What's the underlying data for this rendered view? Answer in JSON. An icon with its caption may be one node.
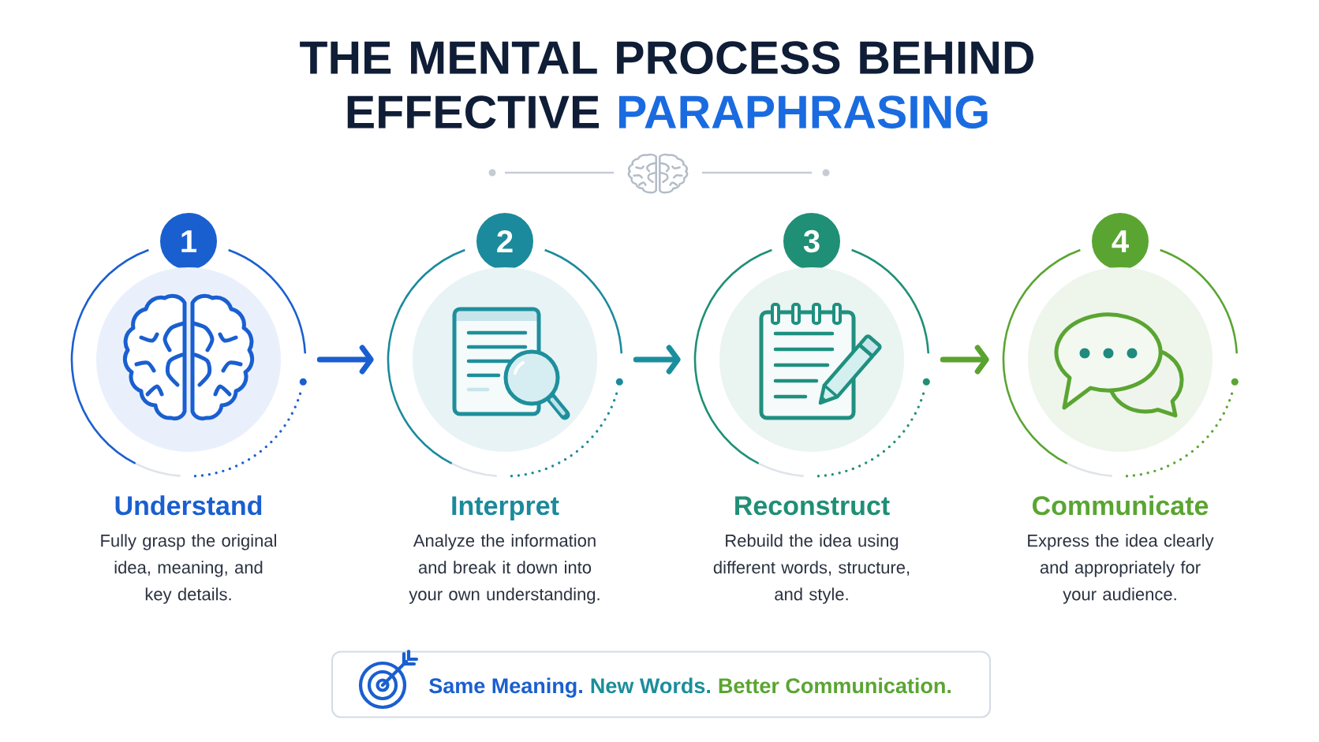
{
  "diagram": {
    "title": "THE MENTAL PROCESS BEHIND EFFECTIVE **PARAPHRASING**",
    "nodes": [
      {
        "text": [
          "1"
        ]
      },
      {
        "text": [
          "Understand",
          "Fully grasp the original idea, meaning, and key details."
        ]
      },
      {
        "text": [
          "2"
        ]
      },
      {
        "text": [
          "Interpret",
          "Analyze the information and break it down into your own understanding."
        ]
      },
      {
        "text": [
          "3"
        ]
      },
      {
        "text": [
          "Reconstruct",
          "Rebuild the idea using different words, structure, and style."
        ]
      },
      {
        "text": [
          "4"
        ]
      },
      {
        "text": [
          "Communicate",
          "Express the idea clearly and appropriately for your audience."
        ]
      },
      {
        "text": [
          "Same Meaning.",
          "New Words.",
          "Better Communication."
        ]
      }
    ],
    "edges": [
      {
        "from": 1,
        "to": 3,
        "arrow": "to",
        "color": "#1a5fd0"
      },
      {
        "from": 3,
        "to": 5,
        "arrow": "to",
        "color": "#1b8e9e"
      },
      {
        "from": 5,
        "to": 7,
        "arrow": "to",
        "color": "#5aa32f"
      }
    ]
  }
}
